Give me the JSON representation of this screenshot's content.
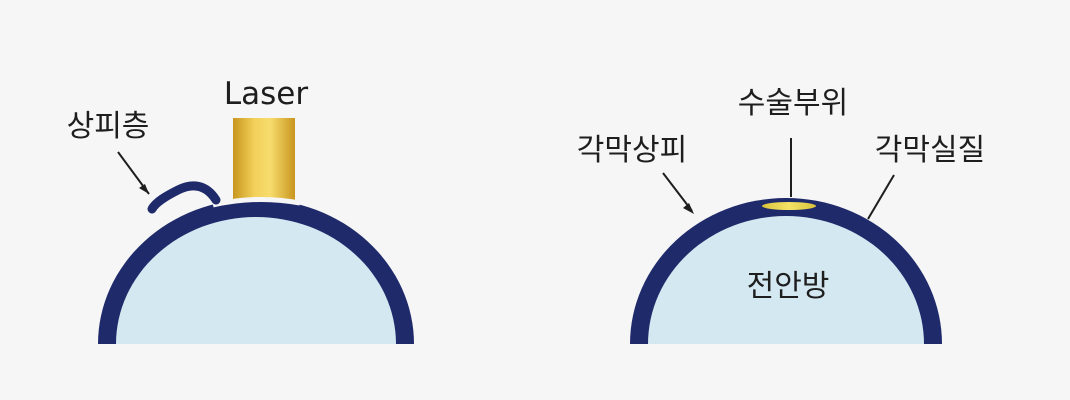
{
  "left_panel": {
    "laser_label": "Laser",
    "epithelium_label": "상피층"
  },
  "right_panel": {
    "surgery_site_label": "수술부위",
    "corneal_epithelium_label": "각막상피",
    "corneal_stroma_label": "각막실질",
    "anterior_chamber_label": "전안방"
  },
  "colors": {
    "background": "#f6f6f6",
    "cornea_outer": "#1f2a6b",
    "chamber_fill": "#d4e8f1",
    "laser_gold": "#e2b52c",
    "text": "#1e1e1e"
  }
}
